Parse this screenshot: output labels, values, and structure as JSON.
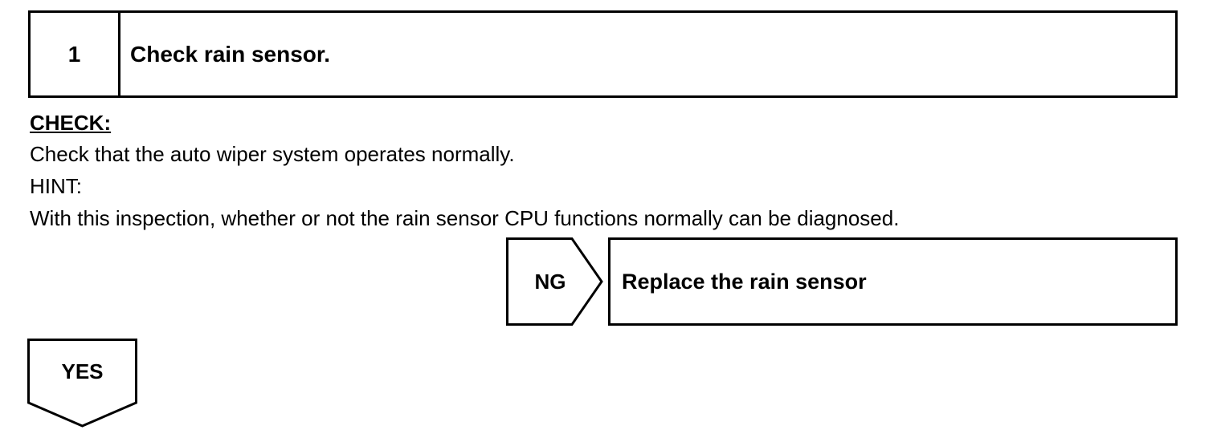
{
  "step": {
    "number": "1",
    "title": "Check rain sensor."
  },
  "check": {
    "label": "CHECK:",
    "instruction": "Check that the auto wiper system operates normally.",
    "hint_label": "HINT:",
    "hint_text": "With this inspection, whether or not the rain sensor CPU functions normally can be diagnosed."
  },
  "ng_branch": {
    "label": "NG",
    "action": "Replace the rain sensor"
  },
  "yes_branch": {
    "label": "YES"
  }
}
